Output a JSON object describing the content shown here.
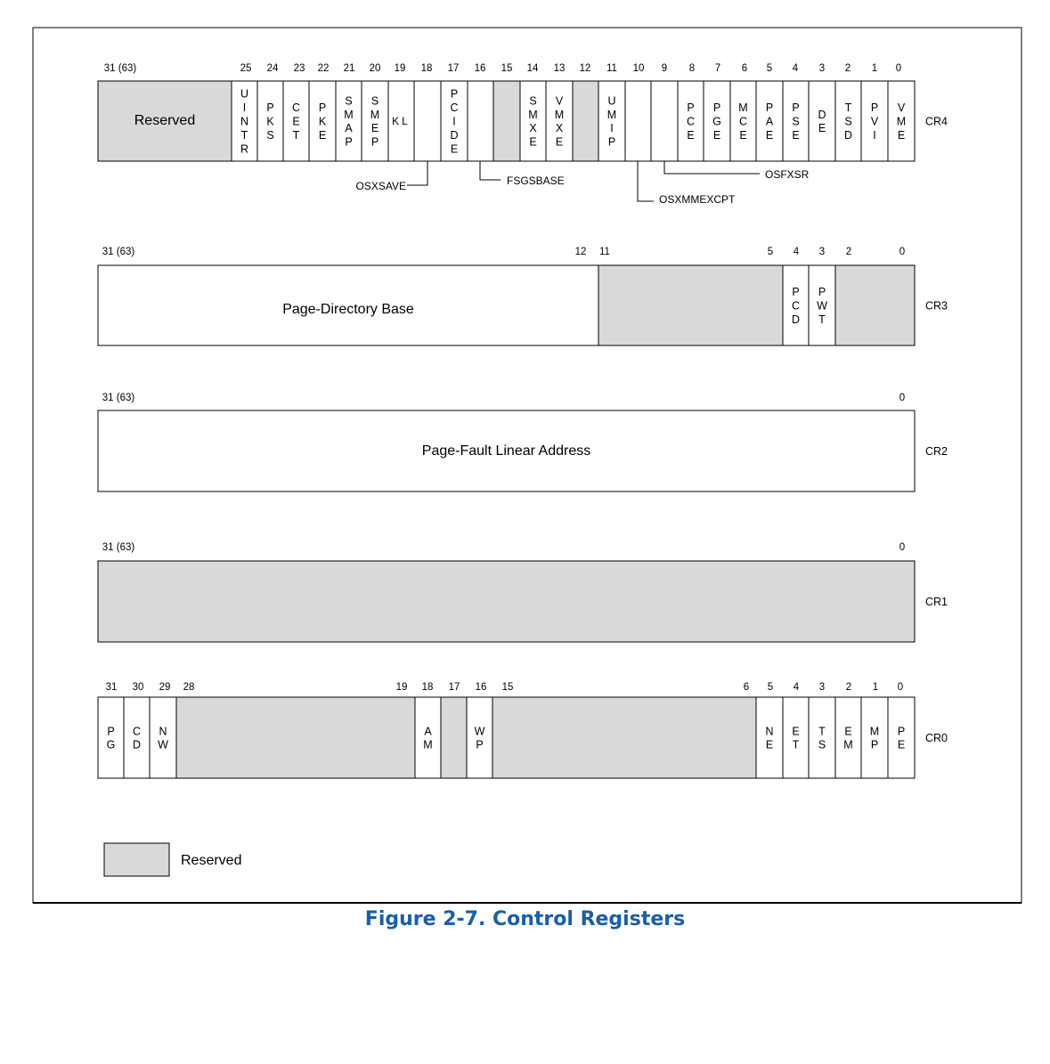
{
  "colors": {
    "reserved_fill": "#d9d9d9",
    "line": "#000000",
    "caption": "#1a5ea8",
    "page": "#ffffff"
  },
  "figure": {
    "caption": "Figure 2-7.  Control Registers"
  },
  "legend": {
    "label": "Reserved"
  },
  "registers": [
    {
      "id": "cr4",
      "name": "CR4",
      "bit_numbers": [
        "31 (63)",
        "25",
        "24",
        "23",
        "22",
        "21",
        "20",
        "19",
        "18",
        "17",
        "16",
        "15",
        "14",
        "13",
        "12",
        "11",
        "10",
        "9",
        "8",
        "7",
        "6",
        "5",
        "4",
        "3",
        "2",
        "1",
        "0"
      ],
      "fields": [
        {
          "label": "Reserved",
          "reserved": true,
          "layout": "h"
        },
        {
          "label": "UINTR"
        },
        {
          "label": "PKS"
        },
        {
          "label": "CET"
        },
        {
          "label": "PKE"
        },
        {
          "label": "SMAP"
        },
        {
          "label": "SMEP"
        },
        {
          "label": "KL",
          "layout": "h"
        },
        {
          "label": ""
        },
        {
          "label": "PCIDE"
        },
        {
          "label": ""
        },
        {
          "label": "",
          "reserved": true
        },
        {
          "label": "SMXE"
        },
        {
          "label": "VMXE"
        },
        {
          "label": "",
          "reserved": true
        },
        {
          "label": "UMIP"
        },
        {
          "label": ""
        },
        {
          "label": ""
        },
        {
          "label": "PCE"
        },
        {
          "label": "PGE"
        },
        {
          "label": "MCE"
        },
        {
          "label": "PAE"
        },
        {
          "label": "PSE"
        },
        {
          "label": "DE"
        },
        {
          "label": "TSD"
        },
        {
          "label": "PVI"
        },
        {
          "label": "VME"
        }
      ],
      "callouts": [
        "OSXSAVE",
        "FSGSBASE",
        "OSXMMEXCPT",
        "OSFXSR"
      ]
    },
    {
      "id": "cr3",
      "name": "CR3",
      "bit_numbers": [
        "31 (63)",
        "12",
        "11",
        "5",
        "4",
        "3",
        "2",
        "0"
      ],
      "fields": [
        {
          "label": "Page-Directory Base",
          "layout": "h"
        },
        {
          "label": "",
          "reserved": true
        },
        {
          "label": "PCD"
        },
        {
          "label": "PWT"
        },
        {
          "label": "",
          "reserved": true
        }
      ]
    },
    {
      "id": "cr2",
      "name": "CR2",
      "bit_numbers": [
        "31 (63)",
        "0"
      ],
      "fields": [
        {
          "label": "Page-Fault Linear Address",
          "layout": "h"
        }
      ]
    },
    {
      "id": "cr1",
      "name": "CR1",
      "bit_numbers": [
        "31 (63)",
        "0"
      ],
      "fields": [
        {
          "label": "",
          "reserved": true
        }
      ]
    },
    {
      "id": "cr0",
      "name": "CR0",
      "bit_numbers": [
        "31",
        "30",
        "29",
        "28",
        "19",
        "18",
        "17",
        "16",
        "15",
        "6",
        "5",
        "4",
        "3",
        "2",
        "1",
        "0"
      ],
      "fields": [
        {
          "label": "PG"
        },
        {
          "label": "CD"
        },
        {
          "label": "NW"
        },
        {
          "label": "",
          "reserved": true
        },
        {
          "label": "AM"
        },
        {
          "label": "",
          "reserved": true
        },
        {
          "label": "WP"
        },
        {
          "label": "",
          "reserved": true
        },
        {
          "label": "NE"
        },
        {
          "label": "ET"
        },
        {
          "label": "TS"
        },
        {
          "label": "EM"
        },
        {
          "label": "MP"
        },
        {
          "label": "PE"
        }
      ]
    }
  ]
}
